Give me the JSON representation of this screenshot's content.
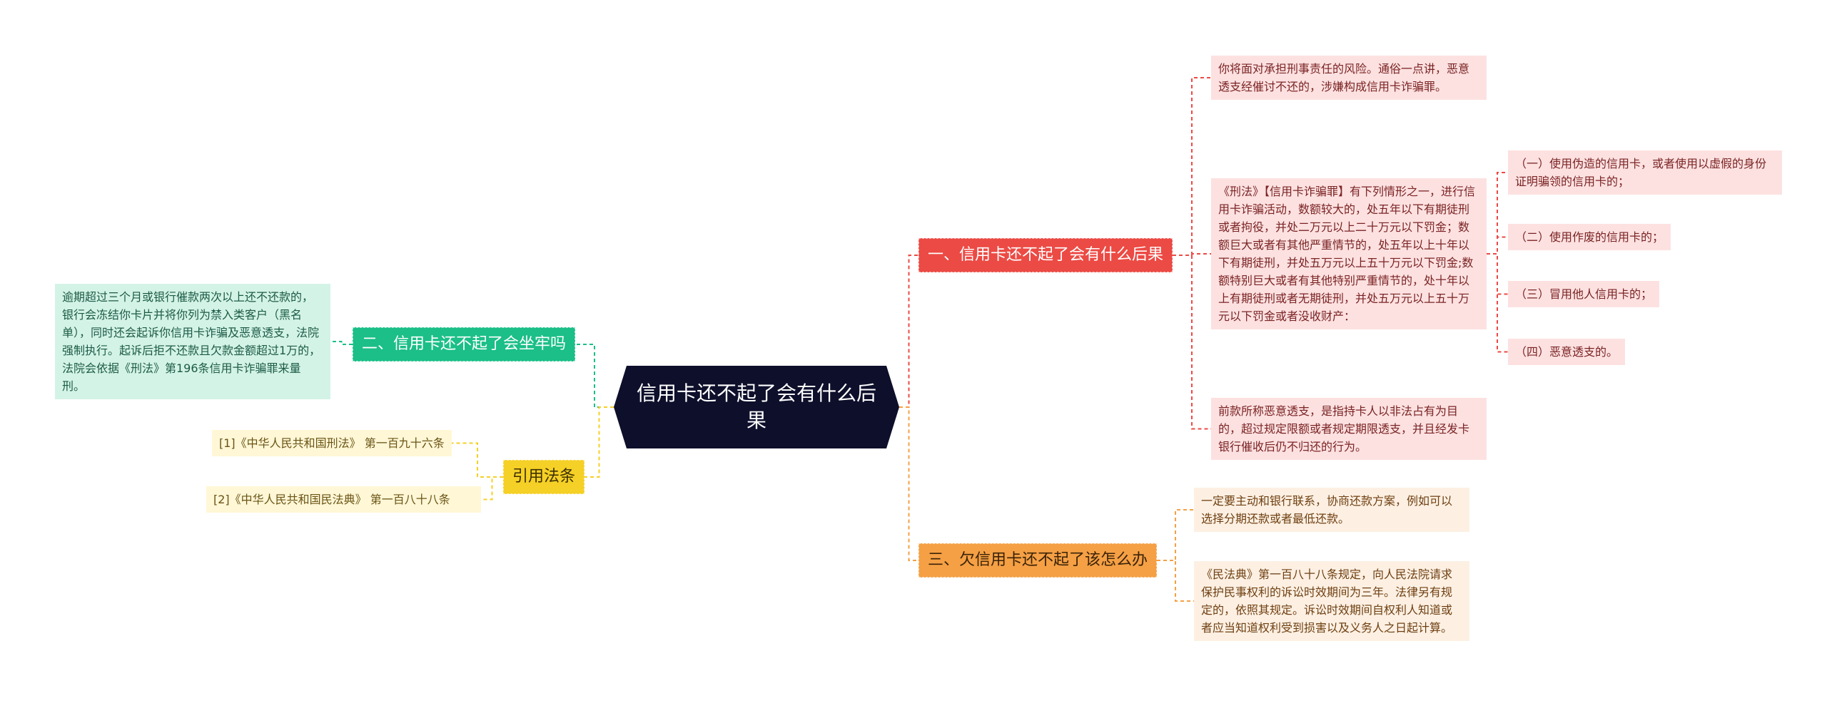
{
  "root": {
    "title": "信用卡还不起了会有什么后果"
  },
  "branches": {
    "consequences": {
      "label": "一、信用卡还不起了会有什么后果",
      "color": "#ec4a44",
      "items": {
        "criminal_risk": "你将面对承担刑事责任的风险。通俗一点讲，恶意透支经催讨不还的，涉嫌构成信用卡诈骗罪。",
        "criminal_law": "《刑法》【信用卡诈骗罪】有下列情形之一，进行信用卡诈骗活动，数额较大的，处五年以下有期徒刑或者拘役，并处二万元以上二十万元以下罚金；数额巨大或者有其他严重情节的，处五年以上十年以下有期徒刑，并处五万元以上五十万元以下罚金;数额特别巨大或者有其他特别严重情节的，处十年以上有期徒刑或者无期徒刑，并处五万元以上五十万元以下罚金或者没收财产：",
        "malicious_overdraft": "前款所称恶意透支，是指持卡人以非法占有为目的，超过规定限额或者规定期限透支，并且经发卡银行催收后仍不归还的行为。"
      },
      "sub_items": [
        "（一）使用伪造的信用卡，或者使用以虚假的身份证明骗领的信用卡的；",
        "（二）使用作废的信用卡的；",
        "（三）冒用他人信用卡的；",
        "（四）恶意透支的。"
      ]
    },
    "what_to_do": {
      "label": "三、欠信用卡还不起了该怎么办",
      "color": "#f5a045",
      "items": [
        "一定要主动和银行联系，协商还款方案，例如可以选择分期还款或者最低还款。",
        "《民法典》第一百八十八条规定，向人民法院请求保护民事权利的诉讼时效期间为三年。法律另有规定的，依照其规定。诉讼时效期间自权利人知道或者应当知道权利受到损害以及义务人之日起计算。"
      ]
    },
    "jail": {
      "label": "二、信用卡还不起了会坐牢吗",
      "color": "#1bbf87",
      "items": [
        "逾期超过三个月或银行催款两次以上还不还款的，银行会冻结你卡片并将你列为禁入类客户（黑名单），同时还会起诉你信用卡诈骗及恶意透支，法院强制执行。起诉后拒不还款且欠款金额超过1万的，法院会依据《刑法》第196条信用卡诈骗罪来量刑。"
      ]
    },
    "citations": {
      "label": "引用法条",
      "color": "#f5d026",
      "items": [
        "[1]《中华人民共和国刑法》 第一百九十六条",
        "[2]《中华人民共和国民法典》 第一百八十八条"
      ]
    }
  }
}
